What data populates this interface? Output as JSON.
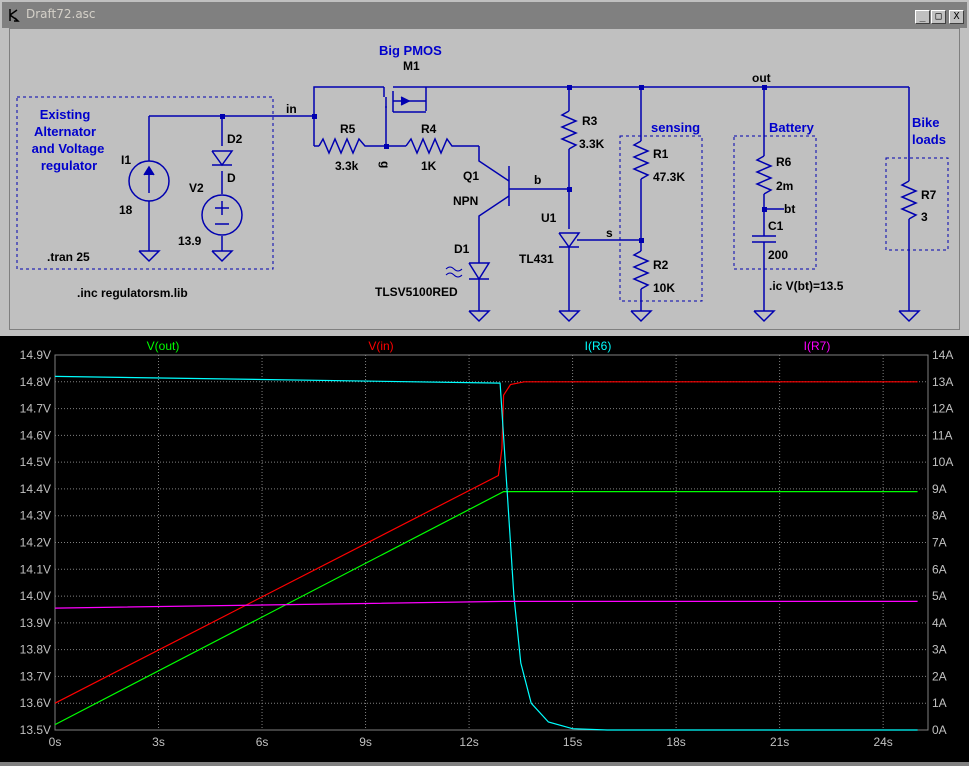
{
  "window": {
    "title": "Draft72.asc",
    "buttons": {
      "minimize": "_",
      "maximize": "□",
      "close": "X"
    }
  },
  "schematic": {
    "labels": {
      "big_pmos": "Big PMOS",
      "m1": "M1",
      "in": "in",
      "out": "out",
      "existing": [
        "Existing",
        "Alternator",
        "and Voltage",
        "regulator"
      ],
      "sensing": "sensing",
      "battery": "Battery",
      "bike": [
        "Bike",
        "loads"
      ],
      "tran": ".tran 25",
      "inc": ".inc regulatorsm.lib",
      "ic": ".ic V(bt)=13.5",
      "node_g": "g",
      "node_b": "b",
      "node_s": "s",
      "node_bt": "bt"
    },
    "components": {
      "i1": {
        "name": "I1",
        "value": "18"
      },
      "d2": {
        "name": "D2",
        "value": "D"
      },
      "v2": {
        "name": "V2",
        "value": "13.9"
      },
      "r5": {
        "name": "R5",
        "value": "3.3k"
      },
      "r4": {
        "name": "R4",
        "value": "1K"
      },
      "q1": {
        "name": "Q1",
        "value": "NPN"
      },
      "d1": {
        "name": "D1",
        "value": "TLSV5100RED"
      },
      "r3": {
        "name": "R3",
        "value": "3.3K"
      },
      "u1": {
        "name": "U1",
        "value": "TL431"
      },
      "r1": {
        "name": "R1",
        "value": "47.3K"
      },
      "r2": {
        "name": "R2",
        "value": "10K"
      },
      "r6": {
        "name": "R6",
        "value": "2m"
      },
      "c1": {
        "name": "C1",
        "value": "200"
      },
      "r7": {
        "name": "R7",
        "value": "3"
      }
    }
  },
  "chart_data": {
    "type": "line",
    "series": [
      {
        "name": "V(out)",
        "color": "#00ff00",
        "axis": "left",
        "x": [
          0,
          13.0,
          25
        ],
        "y": [
          13.52,
          14.39,
          14.39
        ]
      },
      {
        "name": "V(in)",
        "color": "#ff0000",
        "axis": "left",
        "x": [
          0,
          12.85,
          12.95,
          13.0,
          13.2,
          13.6,
          25
        ],
        "y": [
          13.6,
          14.45,
          14.55,
          14.75,
          14.79,
          14.8,
          14.8
        ]
      },
      {
        "name": "I(R6)",
        "color": "#00ffff",
        "axis": "right",
        "x": [
          0,
          12.9,
          13.1,
          13.3,
          13.5,
          13.8,
          14.3,
          15.0,
          16.0,
          25
        ],
        "y": [
          13.2,
          12.95,
          9.0,
          5.0,
          2.5,
          1.0,
          0.3,
          0.05,
          0,
          0
        ]
      },
      {
        "name": "I(R7)",
        "color": "#ff00ff",
        "axis": "right",
        "x": [
          0,
          13.0,
          25
        ],
        "y": [
          4.55,
          4.8,
          4.8
        ]
      }
    ],
    "x_ticks": [
      "0s",
      "3s",
      "6s",
      "9s",
      "12s",
      "15s",
      "18s",
      "21s",
      "24s"
    ],
    "y_left_ticks": [
      "13.5V",
      "13.6V",
      "13.7V",
      "13.8V",
      "13.9V",
      "14.0V",
      "14.1V",
      "14.2V",
      "14.3V",
      "14.4V",
      "14.5V",
      "14.6V",
      "14.7V",
      "14.8V",
      "14.9V"
    ],
    "y_right_ticks": [
      "0A",
      "1A",
      "2A",
      "3A",
      "4A",
      "5A",
      "6A",
      "7A",
      "8A",
      "9A",
      "10A",
      "11A",
      "12A",
      "13A",
      "14A"
    ],
    "xlim": [
      0,
      25.3
    ],
    "ylim_left": [
      13.5,
      14.9
    ],
    "ylim_right": [
      0,
      14
    ],
    "grid": true,
    "colors": {
      "background": "#000000",
      "grid": "#808080",
      "text": "#c0c0c0"
    }
  }
}
